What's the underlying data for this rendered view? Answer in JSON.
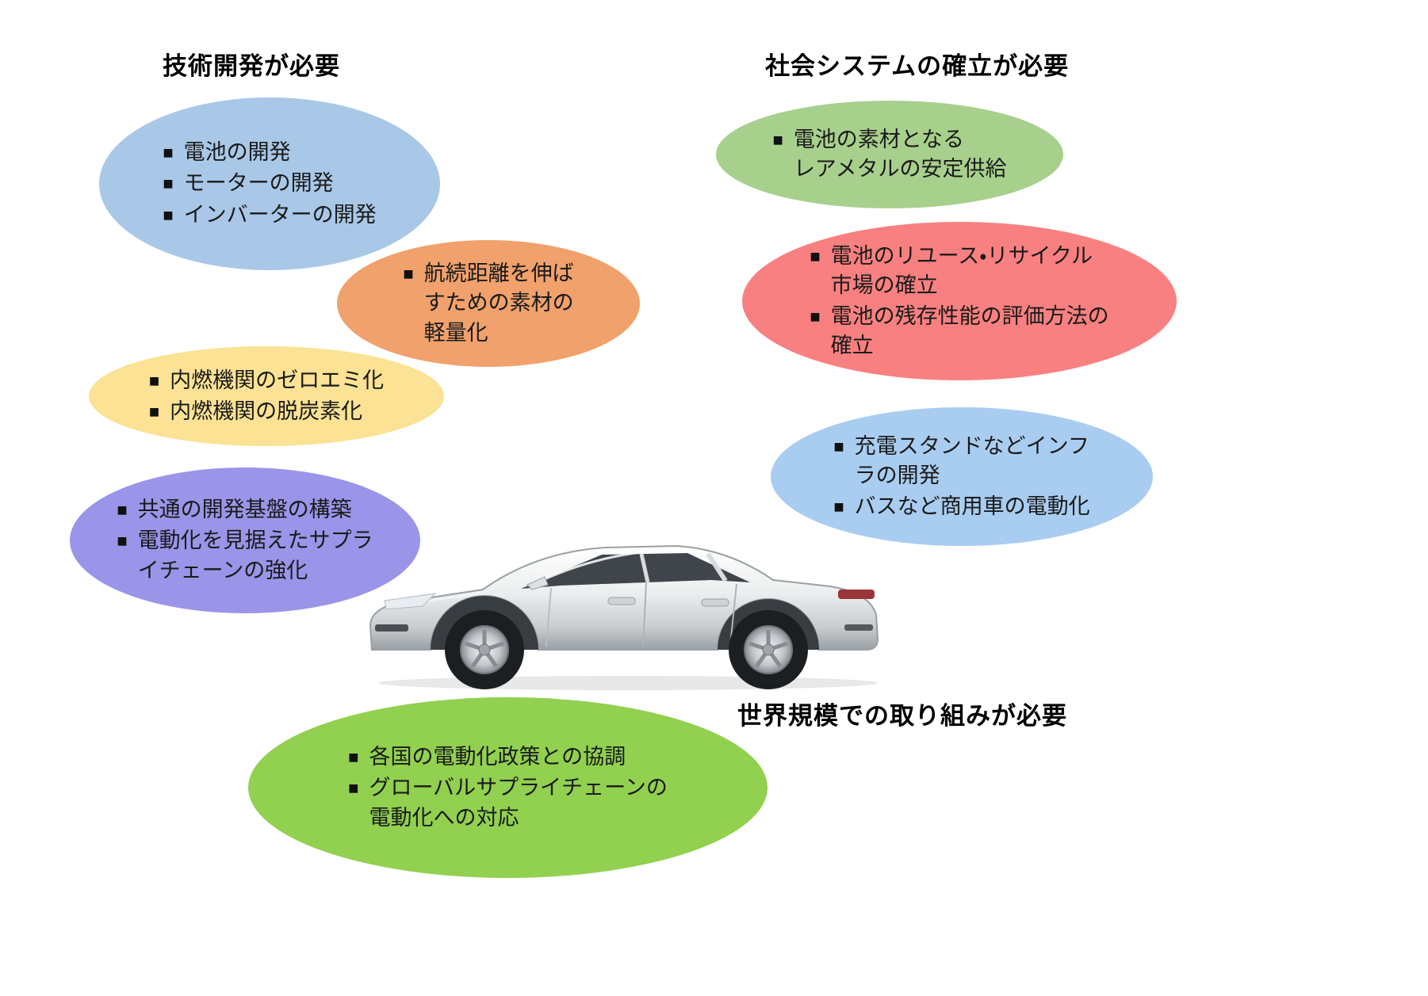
{
  "bullet": "■",
  "headings": {
    "technology": "技術開発が必要",
    "social_system": "社会システムの確立が必要",
    "global": "世界規模での取り組みが必要"
  },
  "bubbles": [
    {
      "name": "ev-components",
      "color": "#a9c8e8",
      "items": [
        "電池の開発",
        "モーターの開発",
        "インバーターの開発"
      ]
    },
    {
      "name": "weight-reduction",
      "color": "#f0a16c",
      "items": [
        "航続距離を伸ば\nすための素材の\n軽量化"
      ]
    },
    {
      "name": "ice-decarbonization",
      "color": "#fbe294",
      "items": [
        "内燃機関のゼロエミ化",
        "内燃機関の脱炭素化"
      ]
    },
    {
      "name": "dev-platform-supply-chain",
      "color": "#9a95e8",
      "items": [
        "共通の開発基盤の構築",
        "電動化を見据えたサプラ\nイチェーンの強化"
      ]
    },
    {
      "name": "rare-metal-supply",
      "color": "#a8d08d",
      "items": [
        "電池の素材となる\nレアメタルの安定供給"
      ]
    },
    {
      "name": "battery-reuse-recycle",
      "color": "#f98080",
      "items": [
        "電池のリユース・リサイクル\n市場の確立",
        "電池の残存性能の評価方法の\n確立"
      ]
    },
    {
      "name": "charging-infrastructure",
      "color": "#a9cdf0",
      "items": [
        "充電スタンドなどインフ\nラの開発",
        "バスなど商用車の電動化"
      ]
    },
    {
      "name": "global-coordination",
      "color": "#92d050",
      "items": [
        "各国の電動化政策との協調",
        "グローバルサプライチェーンの\n電動化への対応"
      ]
    }
  ]
}
